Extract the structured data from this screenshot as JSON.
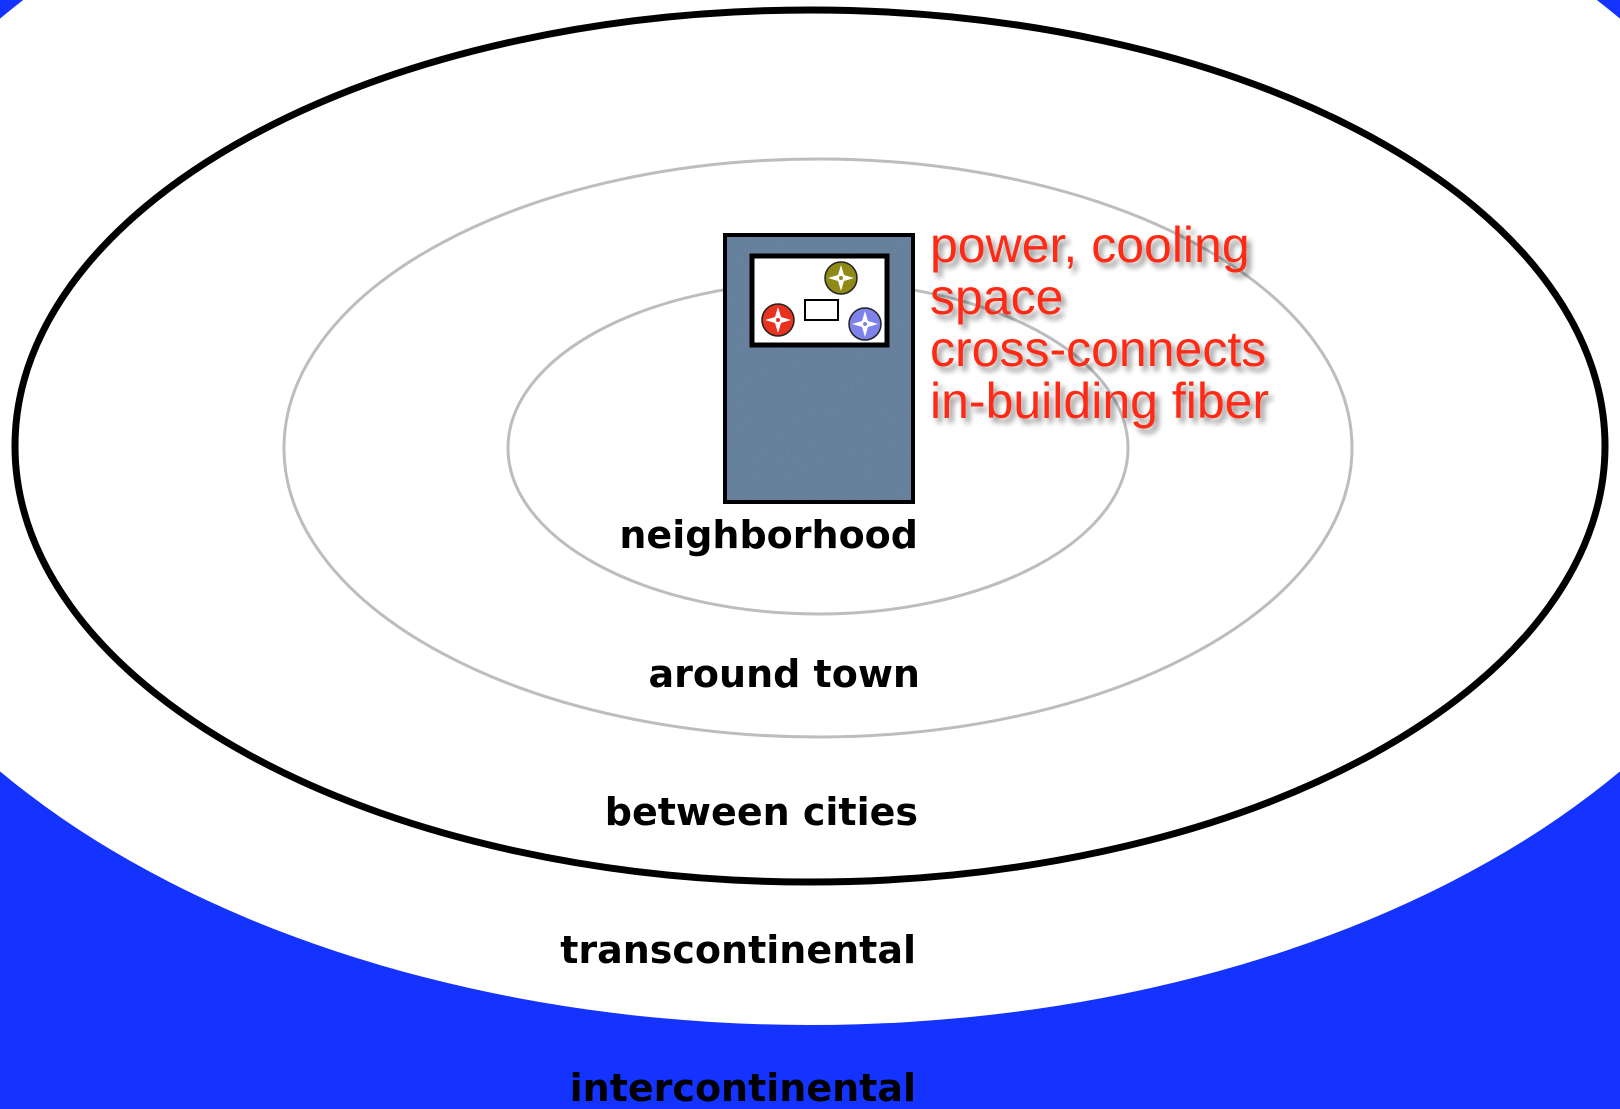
{
  "diagram": {
    "colors": {
      "background": "#1433ff",
      "field": "#ffffff",
      "outer_ring": "#000000",
      "inner_rings": "#bdbdbd",
      "building": "#5a7593",
      "requirements_text": "#ff2a12",
      "label_text": "#000000"
    },
    "ring_labels": [
      {
        "key": "neighborhood",
        "text": "neighborhood"
      },
      {
        "key": "around-town",
        "text": "around town"
      },
      {
        "key": "between-cities",
        "text": "between cities"
      },
      {
        "key": "transcontinental",
        "text": "transcontinental"
      },
      {
        "key": "intercontinental",
        "text": "intercontinental"
      }
    ],
    "building_requirements": [
      "power, cooling",
      "space",
      "cross-connects",
      "in-building fiber"
    ],
    "building": {
      "icons": [
        {
          "name": "red-compass-icon",
          "color": "#e8321e"
        },
        {
          "name": "olive-compass-icon",
          "color": "#8f8a17"
        },
        {
          "name": "blue-compass-icon",
          "color": "#7d83ea"
        }
      ]
    }
  }
}
